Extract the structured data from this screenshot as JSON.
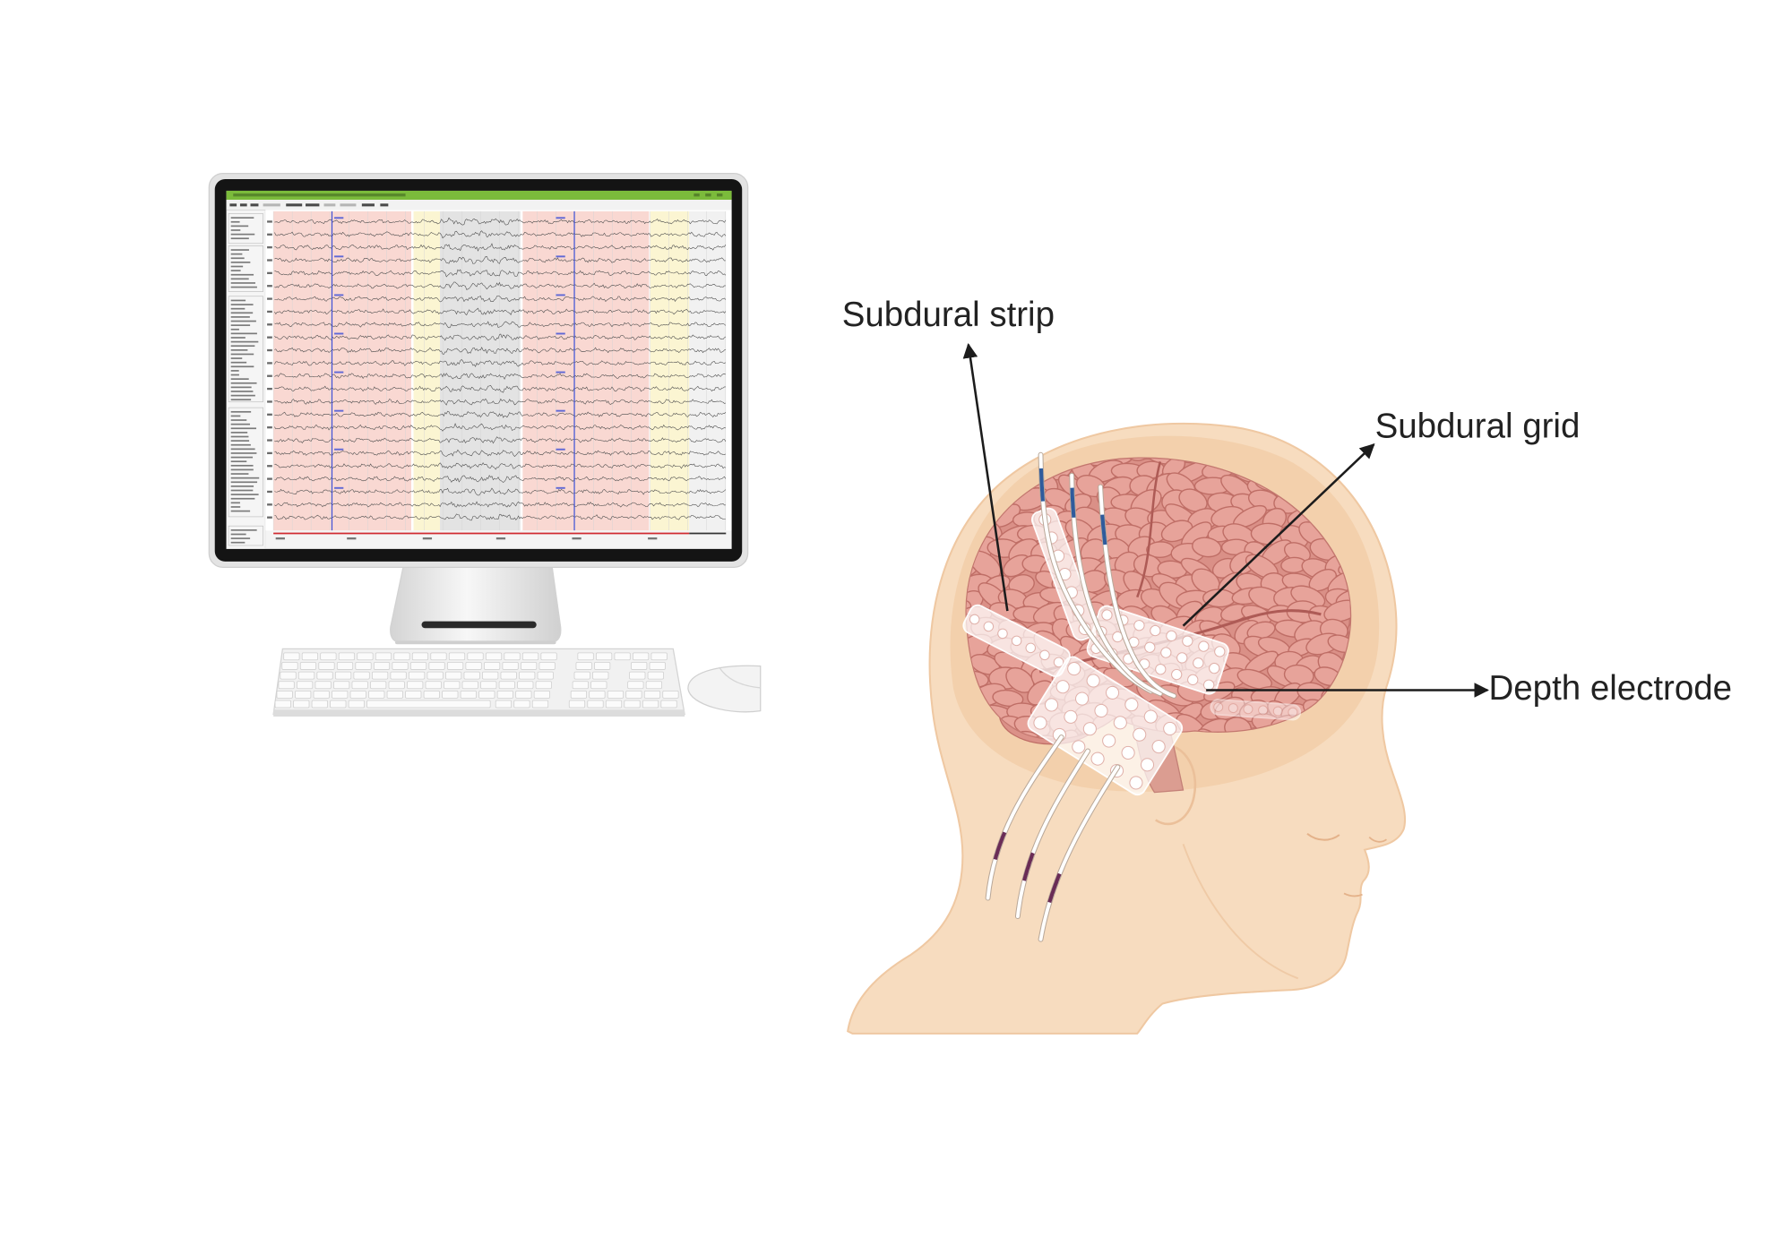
{
  "labels": {
    "subdural_strip": "Subdural strip",
    "subdural_grid": "Subdural grid",
    "depth_electrode": "Depth electrode"
  },
  "icons": {
    "workstation": "desktop-computer-icon",
    "keyboard": "keyboard-icon",
    "mouse": "mouse-icon",
    "head": "head-profile-icon",
    "brain": "brain-icon"
  },
  "colors": {
    "skin": "#f7dcbf",
    "skin_outline": "#efc8a2",
    "skull": "#f1c79c",
    "brain": "#e6a099",
    "brain_base": "#d88b84",
    "brain_gyri": "#bb6661",
    "electrode": "#ffffff",
    "wire_tip_top": "#2f5b9c",
    "wire_tip_neck": "#6a2c56",
    "arrow": "#1c1c1c",
    "label_text": "#222222",
    "eeg_title_bar": "#7bbb3b",
    "eeg_band_pink": "#f9d8d2",
    "eeg_band_yellow": "#fbf5d2",
    "eeg_band_gray": "#e3e3e3",
    "eeg_trace": "#4b4b4b",
    "eeg_marker": "#3a4cd6",
    "eeg_time_bar": "#d12a30"
  }
}
